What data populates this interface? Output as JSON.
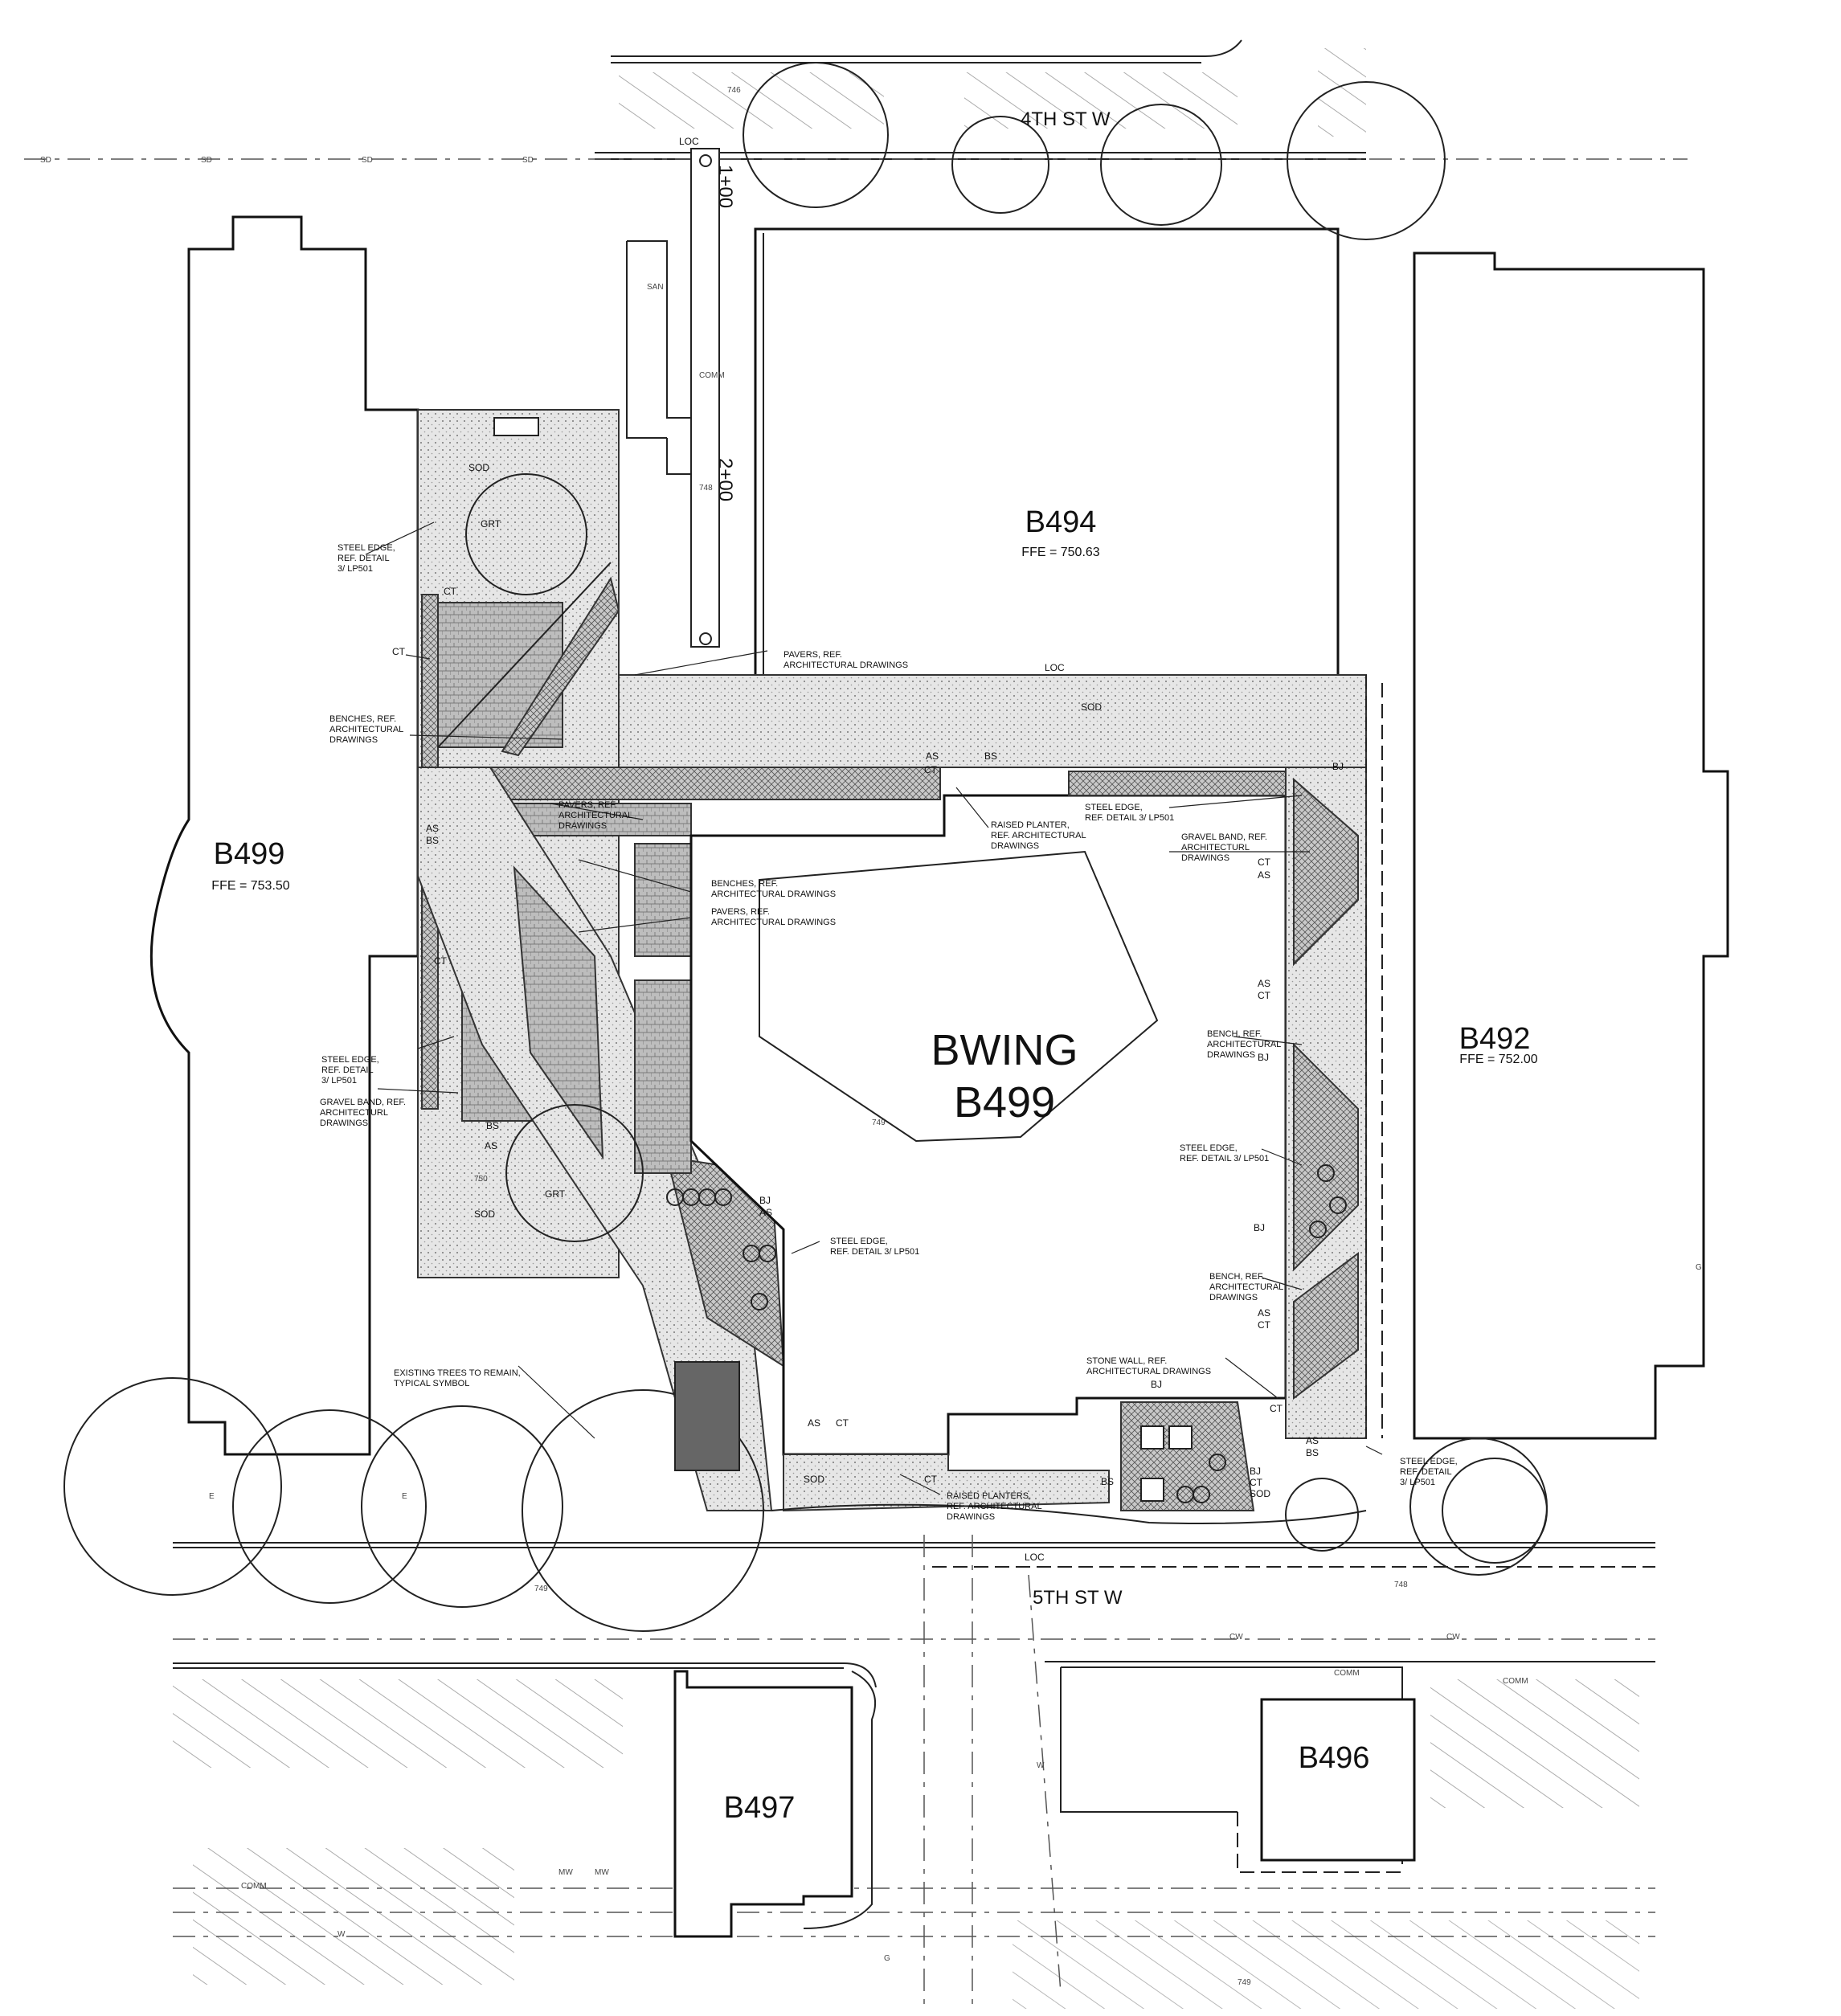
{
  "streets": {
    "north": "4TH ST W",
    "south": "5TH ST W"
  },
  "buildings": [
    {
      "id": "B494",
      "name": "B494",
      "ffe": "FFE = 750.63"
    },
    {
      "id": "B499-west",
      "name": "B499",
      "ffe": "FFE = 753.50"
    },
    {
      "id": "bwing",
      "name": "BWING",
      "sub": "B499"
    },
    {
      "id": "B492",
      "name": "B492",
      "ffe": "FFE = 752.00"
    },
    {
      "id": "B497",
      "name": "B497"
    },
    {
      "id": "B496",
      "name": "B496"
    }
  ],
  "stations": [
    "1+00",
    "2+00"
  ],
  "contours": [
    "746",
    "748",
    "749",
    "750"
  ],
  "loc_label": "LOC",
  "utilities": [
    "SD",
    "SAN",
    "COMM",
    "CW",
    "E",
    "W",
    "G",
    "MW"
  ],
  "short_tags": [
    "AS",
    "BS",
    "CT",
    "BJ",
    "SOD",
    "GRT"
  ],
  "notes": {
    "steel_edge_nw": [
      "STEEL EDGE,",
      "REF. DETAIL",
      "3/ LP501"
    ],
    "benches_w": [
      "BENCHES, REF.",
      "ARCHITECTURAL",
      "DRAWINGS"
    ],
    "pavers_n": [
      "PAVERS, REF.",
      "ARCHITECTURAL DRAWINGS"
    ],
    "pavers_w": [
      "PAVERS, REF.",
      "ARCHITECTURAL",
      "DRAWINGS"
    ],
    "raised_planter": [
      "RAISED PLANTER,",
      "REF. ARCHITECTURAL",
      "DRAWINGS"
    ],
    "steel_edge_ne": [
      "STEEL EDGE,",
      "REF. DETAIL 3/ LP501"
    ],
    "gravel_band_e": [
      "GRAVEL BAND, REF.",
      "ARCHITECTURL",
      "DRAWINGS"
    ],
    "benches_c": [
      "BENCHES, REF.",
      "ARCHITECTURAL DRAWINGS"
    ],
    "pavers_c": [
      "PAVERS, REF.",
      "ARCHITECTURAL DRAWINGS"
    ],
    "steel_edge_w2": [
      "STEEL EDGE,",
      "REF. DETAIL",
      "3/ LP501"
    ],
    "gravel_band_w": [
      "GRAVEL BAND, REF.",
      "ARCHITECTURL",
      "DRAWINGS"
    ],
    "bench_e1": [
      "BENCH, REF.",
      "ARCHITECTURAL",
      "DRAWINGS"
    ],
    "steel_edge_e": [
      "STEEL EDGE,",
      "REF. DETAIL 3/ LP501"
    ],
    "steel_edge_s": [
      "STEEL EDGE,",
      "REF. DETAIL 3/ LP501"
    ],
    "bench_e2": [
      "BENCH, REF.",
      "ARCHITECTURAL",
      "DRAWINGS"
    ],
    "stone_wall": [
      "STONE WALL, REF.",
      "ARCHITECTURAL DRAWINGS"
    ],
    "existing_trees": [
      "EXISTING TREES TO REMAIN,",
      "TYPICAL SYMBOL"
    ],
    "raised_planters_s": [
      "RAISED PLANTERS,",
      "REF. ARCHITECTURAL",
      "DRAWINGS"
    ],
    "steel_edge_se": [
      "STEEL EDGE,",
      "REF. DETAIL",
      "3/ LP501"
    ]
  }
}
